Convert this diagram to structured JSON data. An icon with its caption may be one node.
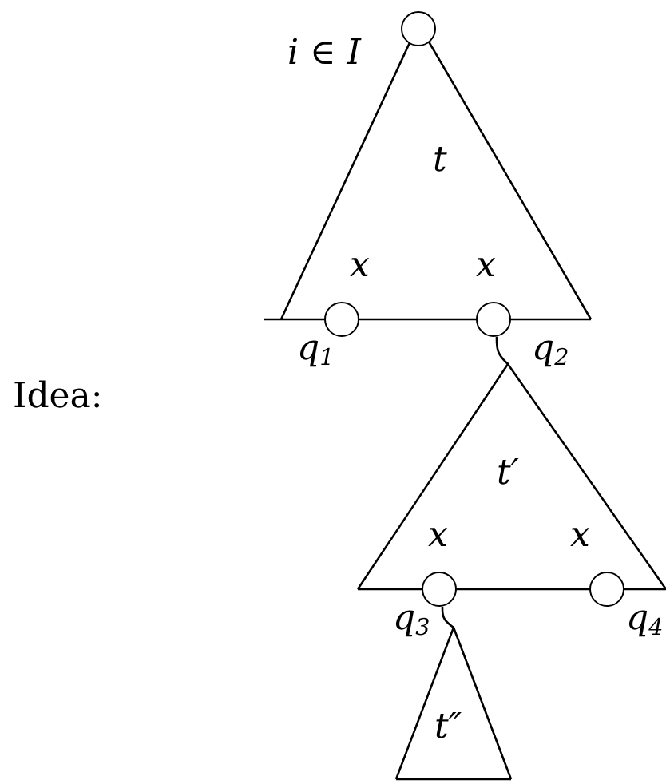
{
  "diagram": {
    "nodes": [
      {
        "text": [
          "t"
        ]
      },
      {
        "text": [],
        "shape": "circle"
      },
      {
        "text": [],
        "shape": "circle"
      },
      {
        "text": [],
        "shape": "circle"
      },
      {
        "text": [
          "t′"
        ]
      },
      {
        "text": [],
        "shape": "circle"
      },
      {
        "text": [],
        "shape": "circle"
      },
      {
        "text": [
          "t″"
        ]
      }
    ],
    "edges": [
      {
        "from": 3,
        "to": 4,
        "arrow": "none"
      },
      {
        "from": 5,
        "to": 7,
        "arrow": "none"
      }
    ],
    "labels": [
      "i ∈ I",
      "x",
      "x",
      "q$_{1}$",
      "q$_{2}$",
      "Idea:",
      "x",
      "x",
      "q$_{3}$",
      "q$_{4}$"
    ]
  }
}
